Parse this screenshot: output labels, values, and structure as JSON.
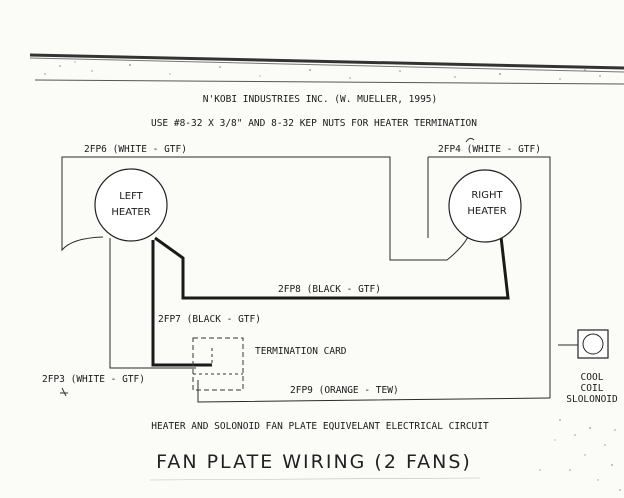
{
  "header": {
    "company": "N'KOBI INDUSTRIES INC. (W. MUELLER, 1995)",
    "instruction": "USE #8-32 X 3/8\" AND 8-32 KEP NUTS FOR HEATER TERMINATION"
  },
  "wires": {
    "2fp6": "2FP6 (WHITE - GTF)",
    "2fp4": "2FP4 (WHITE - GTF)",
    "2fp8": "2FP8 (BLACK - GTF)",
    "2fp7": "2FP7 (BLACK - GTF)",
    "2fp3": "2FP3 (WHITE - GTF)",
    "2fp9": "2FP9 (ORANGE - TEW)"
  },
  "components": {
    "left_heater_line1": "LEFT",
    "left_heater_line2": "HEATER",
    "right_heater_line1": "RIGHT",
    "right_heater_line2": "HEATER",
    "termination_card": "TERMINATION CARD",
    "cool_coil_line1": "COOL",
    "cool_coil_line2": "COIL",
    "cool_coil_line3": "SLOLONOID"
  },
  "footer": {
    "caption": "HEATER AND SOLONOID FAN PLATE EQUIVELANT ELECTRICAL CIRCUIT",
    "title": "FAN PLATE WIRING (2 FANS)"
  }
}
